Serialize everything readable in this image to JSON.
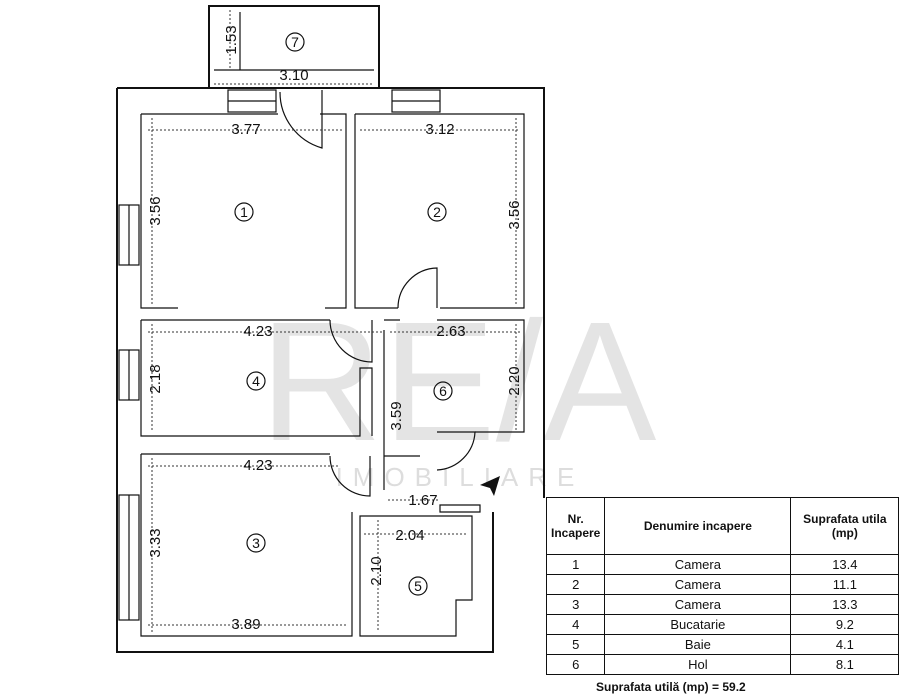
{
  "watermark": {
    "logo": "RE/A",
    "subtitle": "IMOBILIARE"
  },
  "rooms": [
    "1",
    "2",
    "3",
    "4",
    "5",
    "6",
    "7"
  ],
  "dimensions": {
    "balcony_depth": "1.53",
    "balcony_width": "3.10",
    "r1_width": "3.77",
    "r1_height": "3.56",
    "r2_width": "3.12",
    "r2_height": "3.56",
    "r4_width": "4.23",
    "r4_height": "2.18",
    "r6_width": "2.63",
    "r6_height": "2.20",
    "hall_length": "3.59",
    "r3_width_top": "4.23",
    "r3_height": "3.33",
    "r3_width_bottom": "3.89",
    "passage_width": "1.67",
    "r5_width": "2.04",
    "r5_height": "2.10"
  },
  "legend": {
    "headers": [
      "Nr. Incapere",
      "Denumire incapere",
      "Suprafata utila (mp)"
    ],
    "rows": [
      [
        "1",
        "Camera",
        "13.4"
      ],
      [
        "2",
        "Camera",
        "11.1"
      ],
      [
        "3",
        "Camera",
        "13.3"
      ],
      [
        "4",
        "Bucatarie",
        "9.2"
      ],
      [
        "5",
        "Baie",
        "4.1"
      ],
      [
        "6",
        "Hol",
        "8.1"
      ]
    ]
  },
  "footer": "Suprafata utilă (mp) = 59.2"
}
